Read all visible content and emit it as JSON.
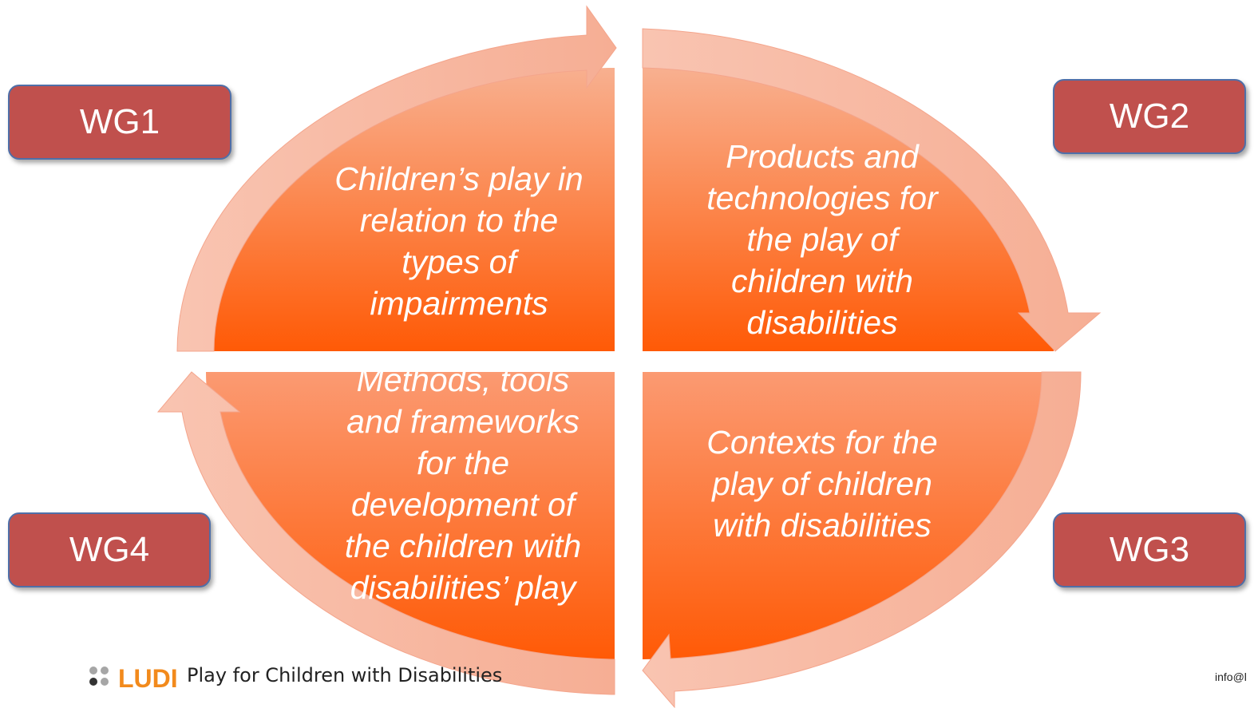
{
  "labels": {
    "wg1": "WG1",
    "wg2": "WG2",
    "wg3": "WG3",
    "wg4": "WG4"
  },
  "quadrants": {
    "top_left": [
      "Children’s play in",
      "relation to the",
      "types of",
      "impairments"
    ],
    "top_right": [
      "Products and",
      "technologies for",
      "the play of",
      "children with",
      "disabilities"
    ],
    "bottom_right": [
      "Contexts for the",
      "play of children",
      "with disabilities"
    ],
    "bottom_left": [
      "Methods, tools",
      "and frameworks",
      "for the",
      "development of",
      "the children with",
      "disabilities’ play"
    ]
  },
  "footer": {
    "brand": "LUDI",
    "tagline": "Play for Children with Disabilities",
    "email": "info@l"
  },
  "colors": {
    "quadrant_top": "#f5a07a",
    "quadrant_bottom": "#ff5b0a",
    "arrow": "#f7b8a3",
    "wg_box": "#c0504d",
    "logo_orange": "#f28a1c"
  }
}
